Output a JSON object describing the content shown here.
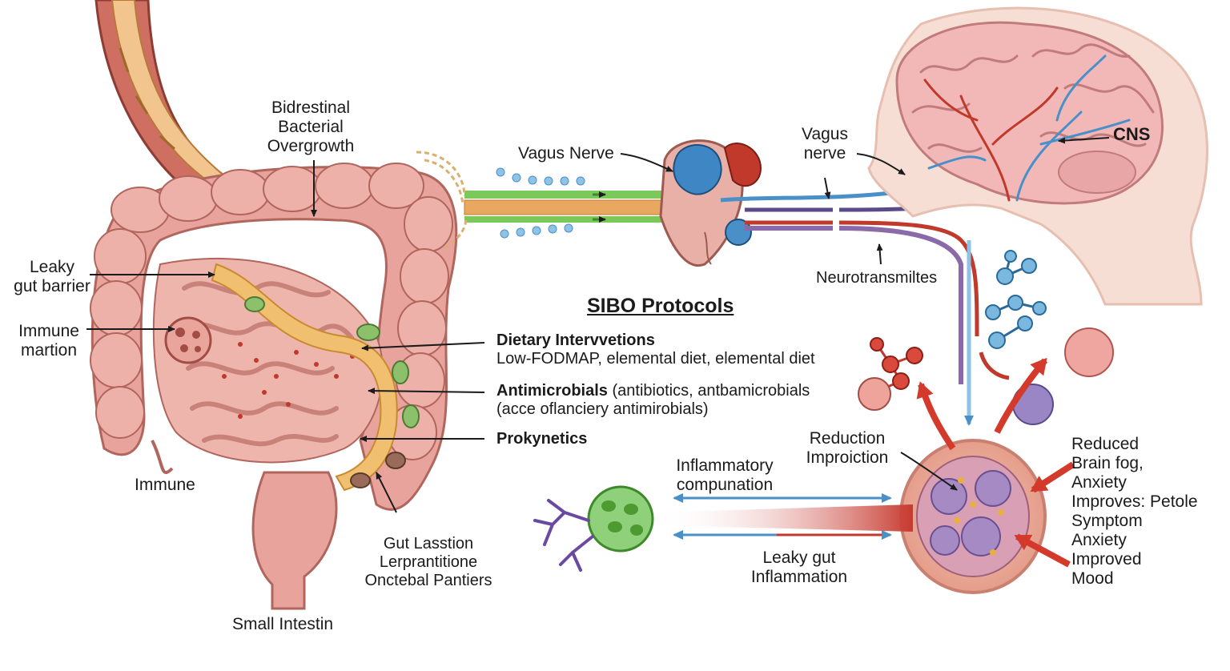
{
  "title": "SIBO Protocols",
  "labels": {
    "bacterial_overgrowth": [
      "Bidrestinal",
      "Bacterial",
      "Overgrowth"
    ],
    "leaky_gut_barrier": [
      "Leaky",
      "gut barrier"
    ],
    "immune_martion": [
      "Immune",
      "martion"
    ],
    "immune": "Immune",
    "small_intestin": "Small Intestin",
    "gut_lasstion": [
      "Gut Lasstion",
      "Lerprantitione",
      "Onctebal Pantiers"
    ],
    "vagus_nerve_left": "Vagus Nerve",
    "vagus_nerve_right": [
      "Vagus",
      "nerve"
    ],
    "cns": "CNS",
    "neurotransmitters": "Neurotransmiltes",
    "reduction": [
      "Reduction",
      "Improiction"
    ],
    "inflammatory": [
      "Inflammatory",
      "compunation"
    ],
    "leaky_gut_inflammation": [
      "Leaky gut",
      "Inflammation"
    ],
    "outcomes": [
      "Reduced",
      "Brain fog,",
      "Anxiety",
      "Improves: Petole",
      "Symptom",
      "Anxiety",
      "Improved",
      "Mood"
    ]
  },
  "protocols": {
    "dietary": {
      "name": "Dietary Intervvetions",
      "detail": "Low-FODMAP, elemental diet, elemental diet"
    },
    "antimicrobials": {
      "name": "Antimicrobials",
      "detail_1": "(antibiotics, antbamicrobials",
      "detail_2": "(acce oflanciery antimirobials)"
    },
    "prokinetics": {
      "name": "Prokynetics"
    }
  },
  "colors": {
    "intestine": "#e8a39c",
    "intestine_dark": "#c97a72",
    "barrier": "#f0c070",
    "nerve_blue": "#4a90c8",
    "nerve_red": "#c0392b",
    "nerve_purple": "#8a6aa8",
    "fiber_green": "#7ac95a",
    "fiber_orange": "#e8a860",
    "brain_pink": "#f2b8b8"
  }
}
